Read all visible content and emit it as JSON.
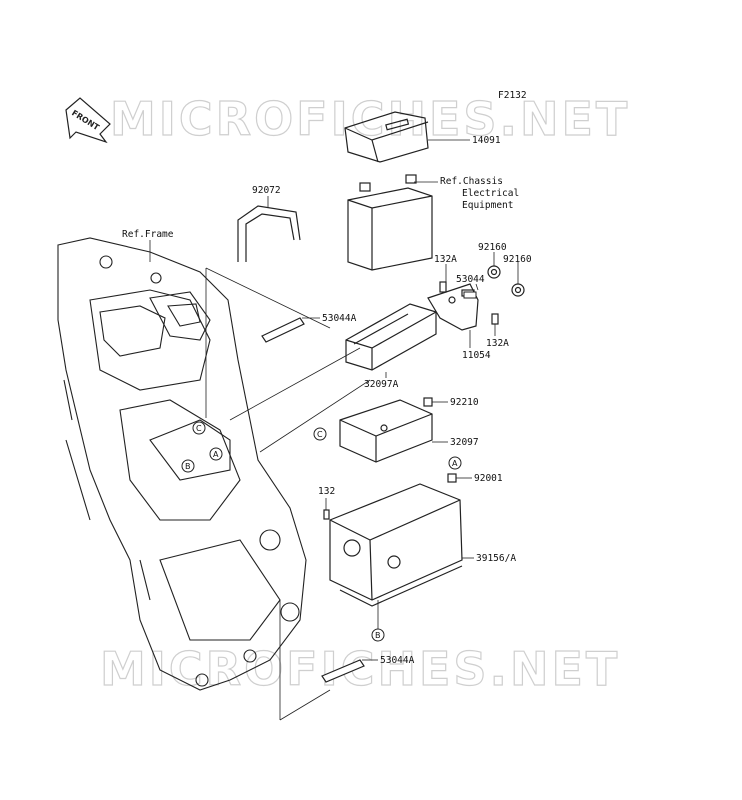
{
  "diagram": {
    "figure_id": "F2132",
    "watermark_text": "MICROFICHES.NET",
    "front_arrow_label": "FRONT",
    "reference_labels": {
      "frame": "Ref.Frame",
      "chassis_line1": "Ref.Chassis",
      "chassis_line2": "Electrical",
      "chassis_line3": "Equipment"
    },
    "parts": {
      "p14091": "14091",
      "p92072": "92072",
      "p92160a": "92160",
      "p92160b": "92160",
      "p132A_top": "132A",
      "p53044": "53044",
      "p53044A_top": "53044A",
      "p132A_bottom": "132A",
      "p11054": "11054",
      "p32097A": "32097A",
      "p92210": "92210",
      "p32097": "32097",
      "p92001": "92001",
      "p132": "132",
      "p39156A": "39156/A",
      "p53044A_bottom": "53044A"
    },
    "callouts": {
      "a": "A",
      "b": "B",
      "c": "C"
    },
    "colors": {
      "line": "#222222",
      "watermark": "#cfcfcf",
      "background": "#ffffff"
    }
  }
}
